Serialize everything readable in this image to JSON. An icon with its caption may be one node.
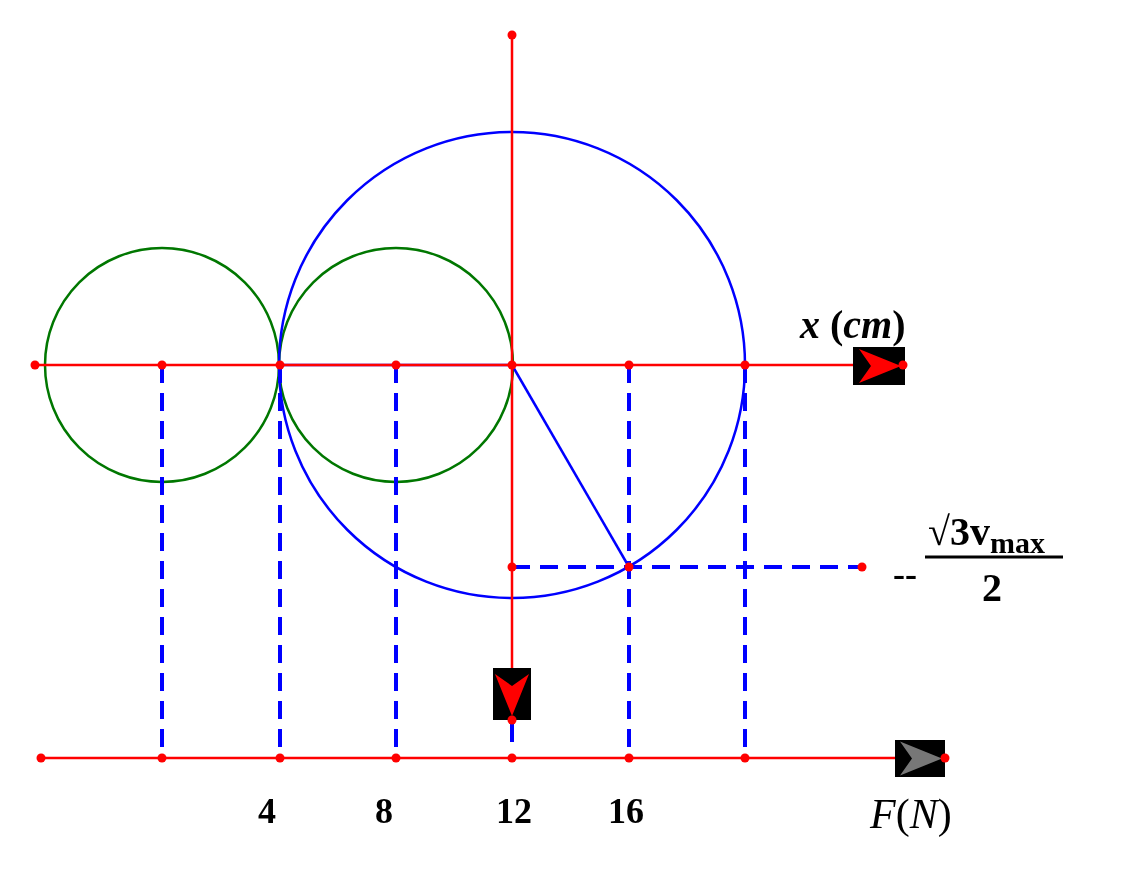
{
  "diagram": {
    "labels": [
      "*x* (*cm*)",
      "--",
      "√3v$_{max}$",
      "2",
      "4",
      "8",
      "12",
      "16",
      "*F*(*N*)"
    ]
  }
}
